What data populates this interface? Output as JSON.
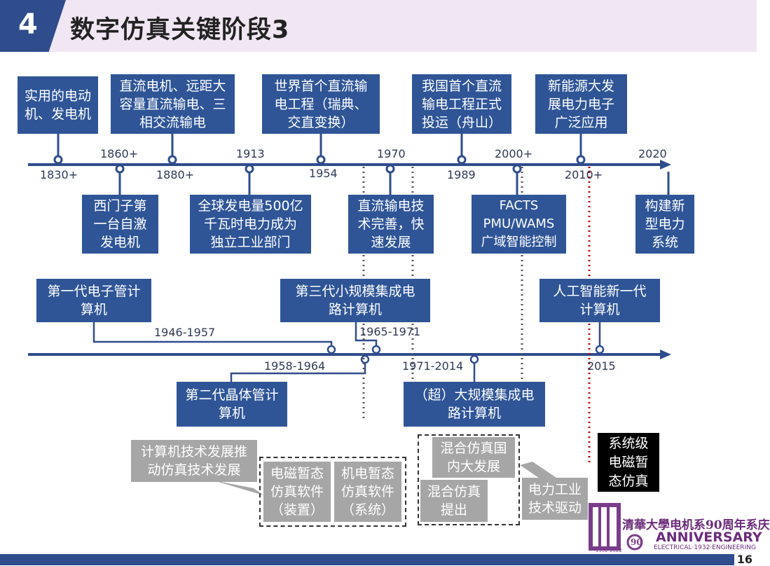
{
  "header": {
    "section_number": "4",
    "title": "数字仿真关键阶段3"
  },
  "timeline1": {
    "above_boxes": [
      {
        "text": "实用的电动\n机、发电机"
      },
      {
        "text": "直流电机、远距大\n容量直流输电、三\n相交流输电"
      },
      {
        "text": "世界首个直流输\n电工程（瑞典、\n交直变换）"
      },
      {
        "text": "我国首个直流\n输电工程正式\n投运（舟山）"
      },
      {
        "text": "新能源大发\n展电力电子\n广泛应用"
      }
    ],
    "below_boxes": [
      {
        "text": "西门子第\n一台自激\n发电机"
      },
      {
        "text": "全球发电量500亿\n千瓦时电力成为\n独立工业部门"
      },
      {
        "text": "直流输电技\n术完善，快\n速发展"
      },
      {
        "text": "FACTS\nPMU/WAMS\n广域智能控制"
      },
      {
        "text": "构建新\n型电力\n系统"
      }
    ],
    "years": [
      "1830+",
      "1860+",
      "1880+",
      "1913",
      "1954",
      "1970",
      "1989",
      "2000+",
      "2010+",
      "2020"
    ]
  },
  "timeline2": {
    "above_boxes": [
      {
        "text": "第一代电子管计\n算机"
      },
      {
        "text": "第三代小规模集成电\n路计算机"
      },
      {
        "text": "人工智能新一代\n计算机"
      }
    ],
    "below_boxes": [
      {
        "text": "第二代晶体管计\n算机"
      },
      {
        "text": "（超）大规模集成电\n路计算机"
      }
    ],
    "years": [
      "1946-1957",
      "1965-1971",
      "2015",
      "1958-1964",
      "1971-2014"
    ]
  },
  "simulation": {
    "driver_left": "计算机技术发展推\n动仿真技术发展",
    "em_transient": "电磁暂态\n仿真软件\n（装置）",
    "electromech": "机电暂态\n仿真软件\n（系统）",
    "hybrid_domestic": "混合仿真国\n内大发展",
    "hybrid_proposed": "混合仿真\n提出",
    "driver_right": "电力工业\n技术驱动",
    "system_level": "系统级\n电磁暂\n态仿真"
  },
  "logo": {
    "line1": "清華大學电机系90周年系庆",
    "line2": "ANNIVERSARY",
    "line3": "ELECTRICAL·1932·ENGINEERING"
  },
  "footer": {
    "page_number": "16"
  },
  "colors": {
    "box_blue": "#2f5597",
    "header_blue": "#2f4d8c",
    "gray": "#a6a6a6",
    "red_dotted": "#c00000"
  }
}
